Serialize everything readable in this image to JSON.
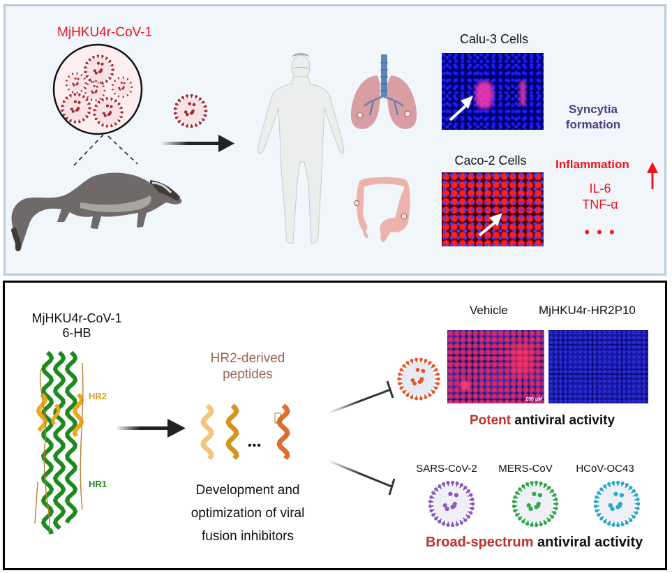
{
  "top_panel": {
    "source_virus_label": "MjHKU4r-CoV-1",
    "calu3_label": "Calu-3 Cells",
    "caco2_label": "Caco-2 Cells",
    "syncytia_line1": "Syncytia",
    "syncytia_line2": "formation",
    "inflammation_label": "Inflammation",
    "cytokines": [
      "IL-6",
      "TNF-α"
    ],
    "ellipsis": "…",
    "colors": {
      "virus_label": "#f0141e",
      "syncytia": "#4f3b86",
      "inflammation": "#f0141e",
      "panel_bg": "#f1f6fb",
      "panel_border": "#bccbdc"
    }
  },
  "bottom_panel": {
    "structure_title_line1": "MjHKU4r-CoV-1",
    "structure_title_line2": "6-HB",
    "hr2_label": "HR2",
    "hr1_label": "HR1",
    "peptides_line1": "HR2-derived",
    "peptides_line2": "peptides",
    "peptide_ellipsis": "•••",
    "development_lines": [
      "Development and",
      "optimization of viral",
      "fusion inhibitors"
    ],
    "vehicle_label": "Vehicle",
    "treatment_label": "MjHKU4r-HR2P10",
    "scale_bar_label": "200 μM",
    "potent_highlight": "Potent",
    "potent_rest": " antiviral activity",
    "viruses": [
      {
        "label": "SARS-CoV-2",
        "color": "#8a5cc2"
      },
      {
        "label": "MERS-CoV",
        "color": "#2fa84a"
      },
      {
        "label": "HCoV-OC43",
        "color": "#29a7cc"
      }
    ],
    "broad_highlight": "Broad-spectrum",
    "broad_rest": " antiviral activity",
    "colors": {
      "highlight": "#c0312f",
      "hr2": "#e09a1e",
      "hr1": "#1f8a1f",
      "peptides_title": "#9b6450"
    }
  }
}
